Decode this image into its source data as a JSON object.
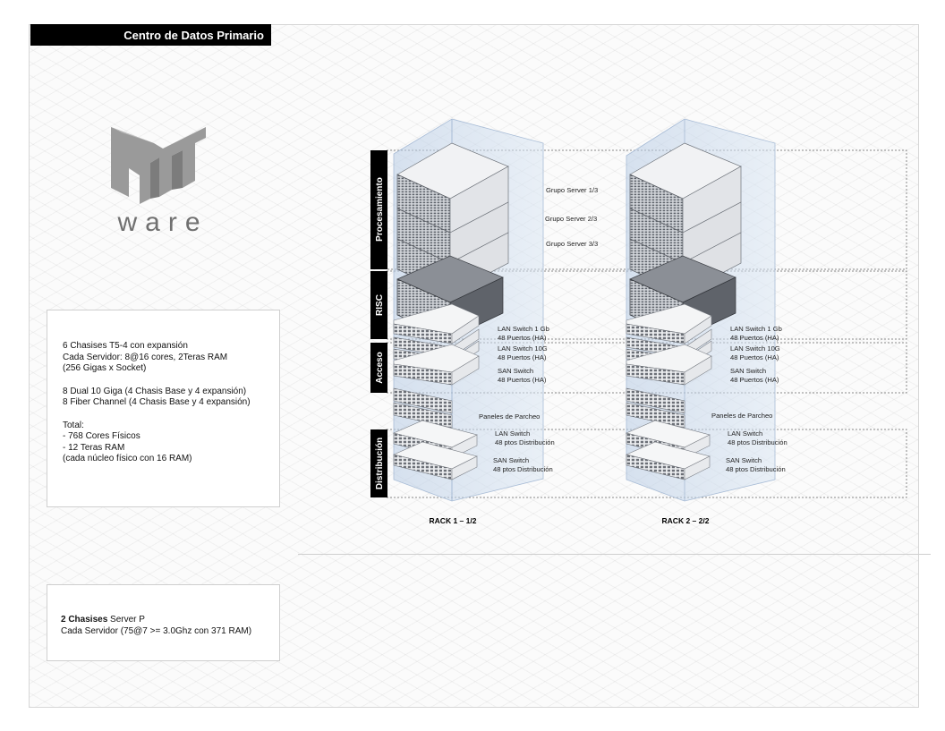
{
  "header": {
    "title": "Centro de Datos Primario"
  },
  "logo": {
    "text": "ware",
    "icon": "mt-logo-icon"
  },
  "info_box_1": {
    "line1": "6 Chasises T5-4 con expansión",
    "line2": "Cada Servidor: 8@16 cores, 2Teras RAM",
    "line3": "(256 Gigas x Socket)",
    "line4": "8 Dual 10 Giga (4 Chasis Base y 4 expansión)",
    "line5": "8 Fiber Channel (4 Chasis Base y 4 expansión)",
    "line6": "Total:",
    "line7": "- 768  Cores Físicos",
    "line8": "- 12 Teras RAM",
    "line9": "(cada núcleo físico con 16 RAM)"
  },
  "info_box_2": {
    "bold": "2 Chasises",
    "rest": " Server P",
    "line2": "Cada Servidor (75@7 >= 3.0Ghz con 371 RAM)"
  },
  "sections": {
    "procesamiento": "Procesamiento",
    "risc": "RISC",
    "acceso": "Acceso",
    "distribucion": "Distribución"
  },
  "rack1": {
    "label": "RACK 1 – 1/2",
    "server1": "Grupo Server 1/3",
    "server2": "Grupo Server 2/3",
    "server3": "Grupo Server 3/3",
    "lan1g_a": "LAN Switch 1 Gb",
    "lan1g_b": "48 Puertos (HA)",
    "lan10g_a": "LAN Switch 10G",
    "lan10g_b": "48 Puertos (HA)",
    "san_a": "SAN Switch",
    "san_b": "48 Puertos (HA)",
    "patch": "Paneles de Parcheo",
    "lan_dist_a": "LAN Switch",
    "lan_dist_b": "48 ptos Distribución",
    "san_dist_a": "SAN Switch",
    "san_dist_b": "48 ptos Distribución"
  },
  "rack2": {
    "label": "RACK 2 – 2/2",
    "lan1g_a": "LAN Switch 1 Gb",
    "lan1g_b": "48 Puertos (HA)",
    "lan10g_a": "LAN Switch 10G",
    "lan10g_b": "48 Puertos (HA)",
    "san_a": "SAN Switch",
    "san_b": "48 Puertos (HA)",
    "patch": "Paneles de Parcheo",
    "lan_dist_a": "LAN Switch",
    "lan_dist_b": "48 ptos Distribución",
    "san_dist_a": "SAN Switch",
    "san_dist_b": "48 ptos Distribución"
  },
  "colors": {
    "rack_glass": "#c9d9ec",
    "section_bar": "#000000",
    "server_face": "#e4e6ea",
    "risc_dark": "#6a6d74"
  }
}
